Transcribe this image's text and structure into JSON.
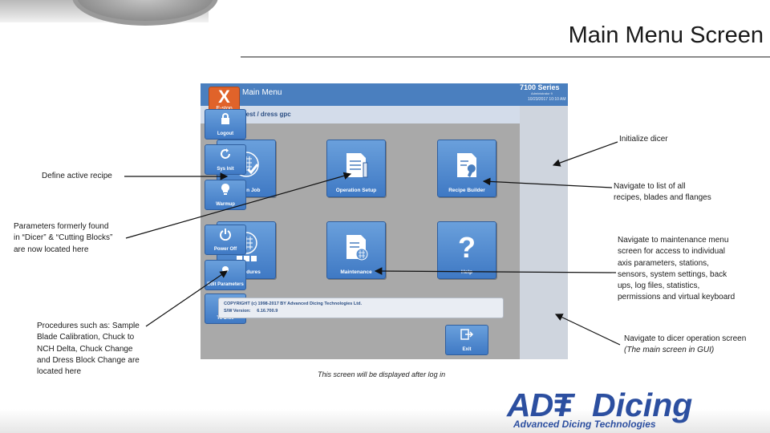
{
  "slide": {
    "title": "Main Menu Screen",
    "caption": "This screen will be displayed after log in"
  },
  "app": {
    "title": "Main Menu",
    "series": "7100 Series",
    "admin": "Administrator 9",
    "datetime": "10/23/2017 10:10 AM",
    "recipe_name": "test / dress gpc",
    "estop": {
      "glyph": "X",
      "label": "E-stop"
    },
    "tiles": [
      {
        "label": "Assign Job",
        "icon": "checklist-grid-icon"
      },
      {
        "label": "Operation Setup",
        "icon": "document-pencil-icon"
      },
      {
        "label": "Recipe Builder",
        "icon": "document-wrench-icon"
      },
      {
        "label": "Procedures",
        "icon": "grid-123-icon"
      },
      {
        "label": "Maintenance",
        "icon": "document-grid-icon"
      },
      {
        "label": "Help",
        "icon": "question-icon"
      }
    ],
    "sidebar": [
      {
        "label": "Logout",
        "icon": "lock-icon"
      },
      {
        "label": "Sys Init",
        "icon": "refresh-icon"
      },
      {
        "label": "Warmup",
        "icon": "bulb-icon"
      },
      {
        "label": "Power Off",
        "icon": "power-icon"
      },
      {
        "label": "Edit Parameters",
        "icon": "edit-icon"
      },
      {
        "label": "To Dice",
        "icon": "dice-icon"
      }
    ],
    "copyright_line": "COPYRIGHT (c) 1998-2017 BY Advanced Dicing Technologies Ltd.",
    "version_label": "S/W Version:",
    "version_value": "6.16.700.9",
    "exit_label": "Exit"
  },
  "annotations": {
    "define_active_recipe": "Define active recipe",
    "parameters_formerly": [
      "Parameters formerly found",
      "in “Dicer” & “Cutting Blocks”",
      "are now located here"
    ],
    "procedures_such_as": [
      "Procedures such as: Sample",
      "Blade Calibration, Chuck to",
      "NCH Delta, Chuck Change",
      "and Dress Block Change are",
      "located here"
    ],
    "initialize_dicer": "Initialize dicer",
    "navigate_recipes": [
      "Navigate to list of all",
      "recipes, blades and flanges"
    ],
    "navigate_maintenance": [
      "Navigate to maintenance menu",
      "screen for access to individual",
      "axis parameters, stations,",
      "sensors, system settings, back",
      "ups, log files, statistics,",
      "permissions and virtual keyboard"
    ],
    "navigate_dicer": [
      "Navigate to dicer operation screen",
      "(The main screen in GUI)"
    ]
  },
  "logo": {
    "mark": "ADT",
    "equals": "=",
    "word": "Dicing",
    "tagline": "Advanced Dicing Technologies"
  },
  "colors": {
    "app_blue": "#4a7fbf",
    "estop_orange": "#e0632a",
    "logo_blue": "#2c4fa0"
  }
}
